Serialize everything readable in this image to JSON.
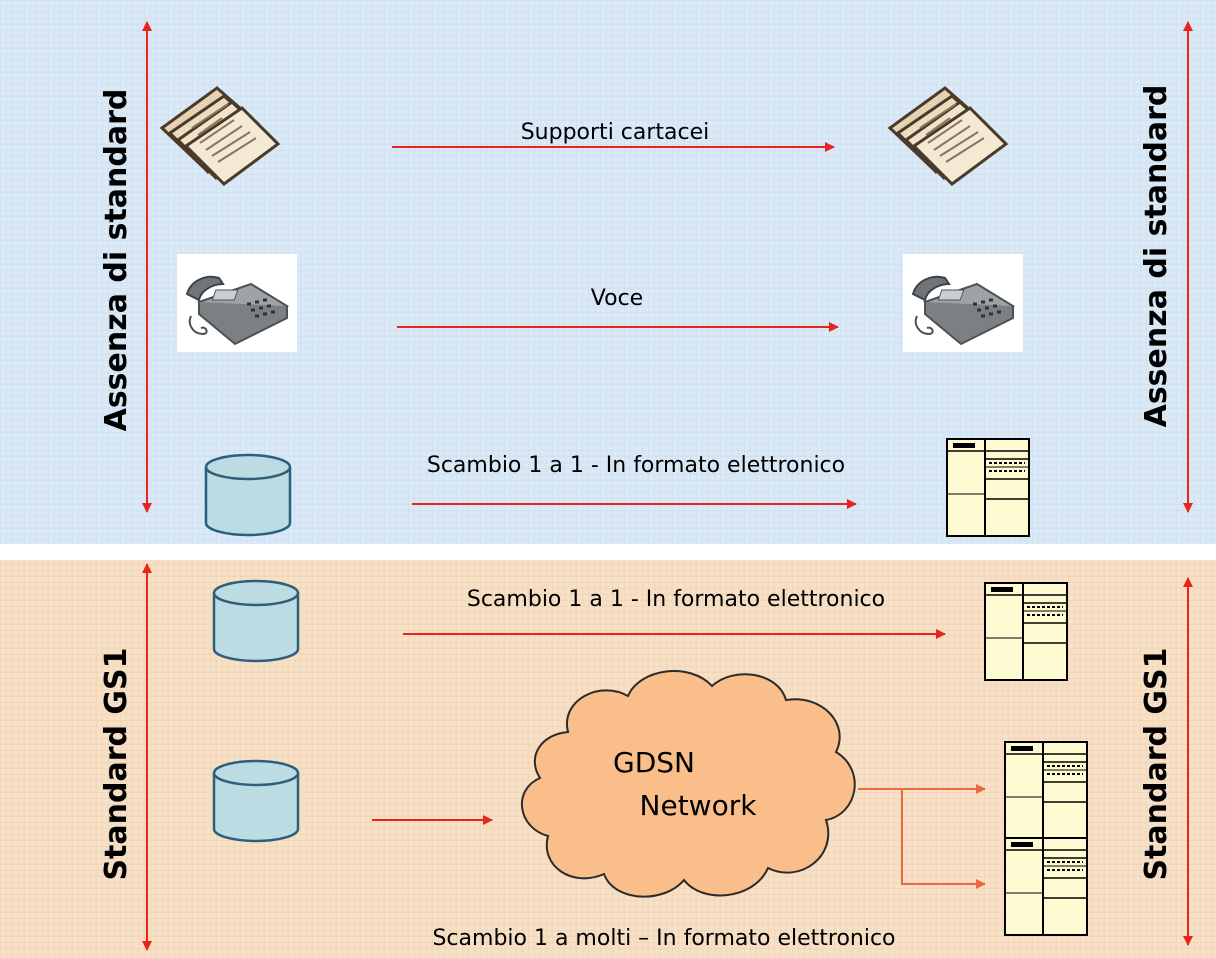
{
  "top_section": {
    "left_label": "Assenza di standard",
    "right_label": "Assenza di standard",
    "rows": [
      {
        "label": "Supporti cartacei"
      },
      {
        "label": "Voce"
      },
      {
        "label": "Scambio 1 a 1 - In formato elettronico"
      }
    ],
    "background": "#dbe9f7"
  },
  "bottom_section": {
    "left_label": "Standard GS1",
    "right_label": "Standard GS1",
    "row_one_label": "Scambio 1 a 1 - In formato elettronico",
    "network_label_line1": "GDSN",
    "network_label_line2": "Network",
    "row_many_label": "Scambio 1 a molti – In formato elettronico",
    "background": "#f7e0c6"
  },
  "colors": {
    "arrow": "#e8241c",
    "branch_arrow": "#ee6a3c",
    "cylinder_fill": "#bcdce3",
    "cylinder_stroke": "#2d5f7a",
    "server_fill": "#fefbd2",
    "cloud_fill": "#f9be8a"
  },
  "icons": [
    "paper-documents-icon",
    "telephone-icon",
    "database-icon",
    "server-icon",
    "cloud-icon"
  ]
}
